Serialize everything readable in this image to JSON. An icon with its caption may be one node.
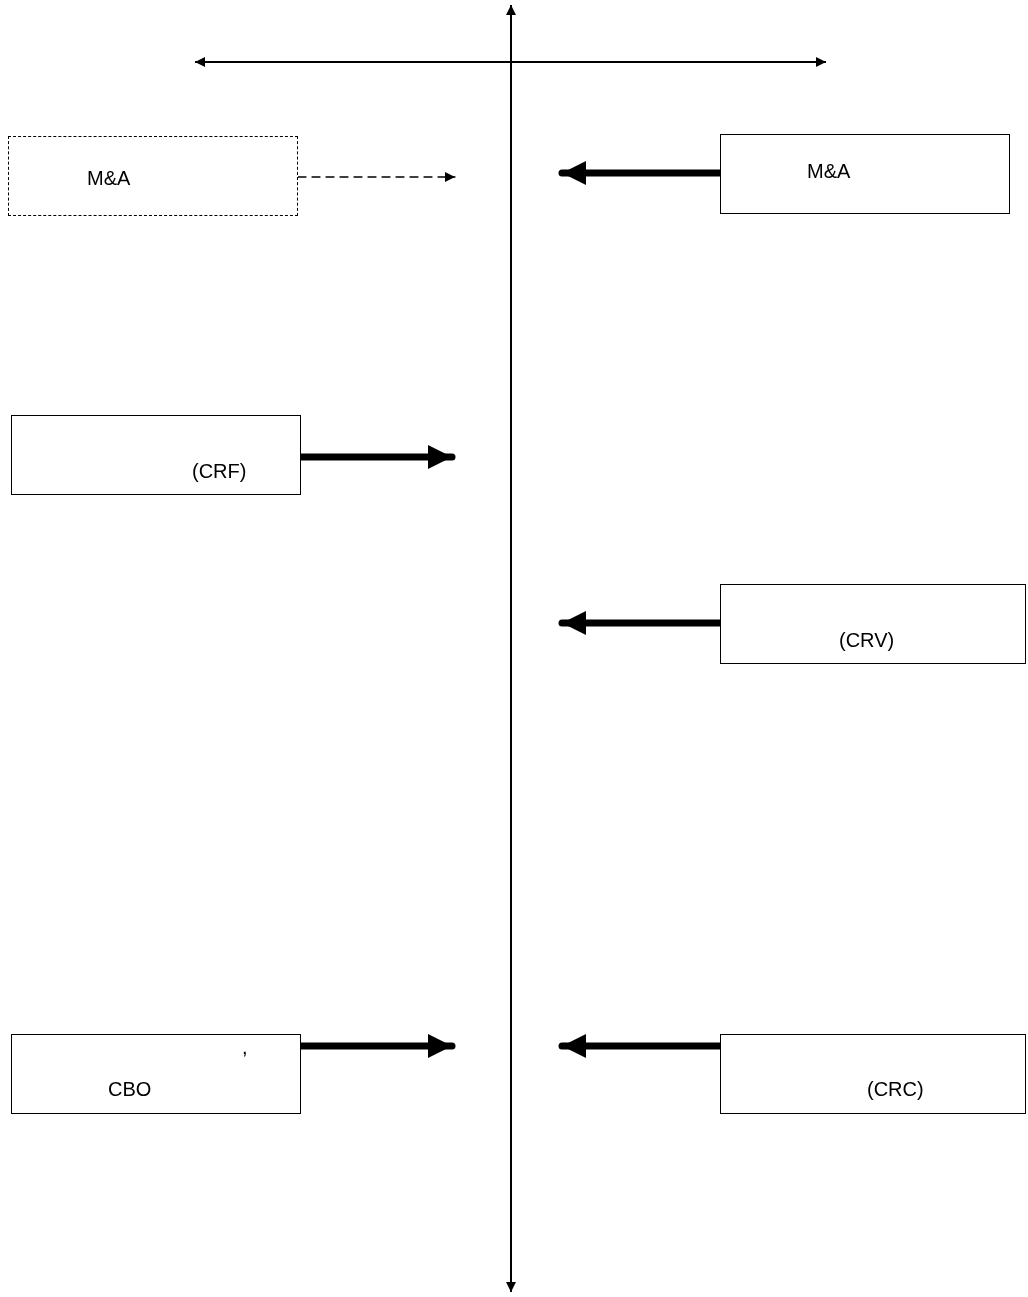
{
  "diagram": {
    "nodes": [
      {
        "text": [
          "M&A"
        ]
      },
      {
        "text": [
          "M&A"
        ]
      },
      {
        "text": [
          "(CRF)"
        ]
      },
      {
        "text": [
          "(CRV)"
        ]
      },
      {
        "text": [
          ",",
          "CBO"
        ]
      },
      {
        "text": [
          "(CRC)"
        ]
      }
    ],
    "edges": [
      {
        "from": 0,
        "to": null,
        "arrow": "to",
        "style": "dashed"
      },
      {
        "from": 1,
        "to": null,
        "arrow": "to"
      },
      {
        "from": 2,
        "to": null,
        "arrow": "to"
      },
      {
        "from": 3,
        "to": null,
        "arrow": "to"
      },
      {
        "from": 4,
        "to": null,
        "arrow": "to"
      },
      {
        "from": 5,
        "to": null,
        "arrow": "to"
      }
    ]
  }
}
